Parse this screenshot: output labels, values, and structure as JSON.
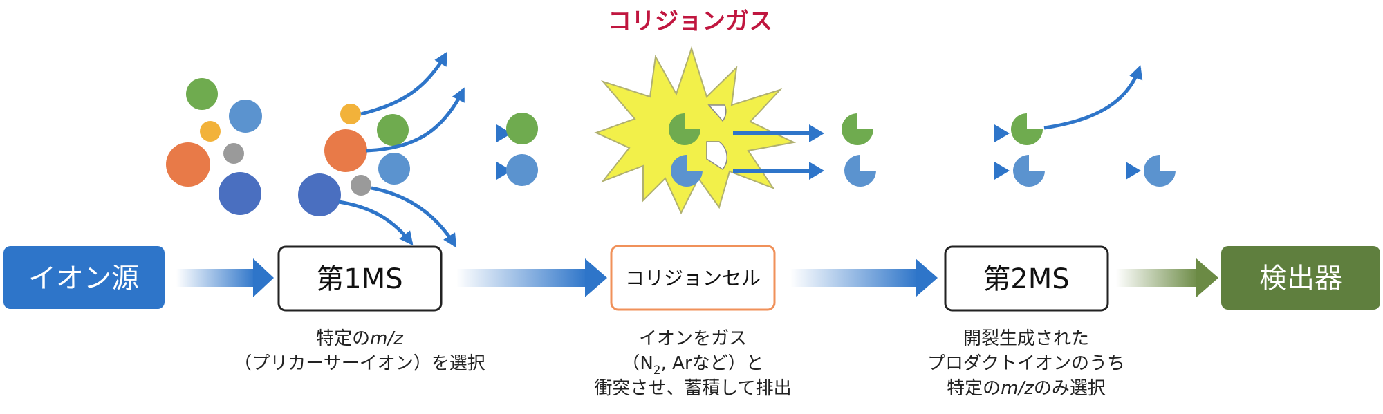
{
  "colors": {
    "blue": "#2e75c9",
    "dark_green": "#5f7f3e",
    "orange_border": "#f0915a",
    "gas_title": "#c0163f",
    "starburst": "#f2f04a",
    "ion_green": "#6fab4f",
    "ion_orange": "#e87a48",
    "ion_blue": "#5b93cf",
    "ion_dark_blue": "#4a6fc0",
    "ion_yellow": "#f2b23a",
    "ion_gray": "#9a9a9a"
  },
  "gas_title": "コリジョンガス",
  "stages": {
    "source": "イオン源",
    "ms1": "第1MS",
    "cell": "コリジョンセル",
    "ms2": "第2MS",
    "detector": "検出器"
  },
  "captions": {
    "ms1": {
      "line1_prefix": "特定の",
      "line1_italic": "m/z",
      "line2": "（プリカーサーイオン）を選択"
    },
    "cell": {
      "line1": "イオンをガス",
      "line2_prefix": "（N",
      "line2_sub": "2",
      "line2_suffix": ", Arなど）と",
      "line3": "衝突させ、蓄積して排出"
    },
    "ms2": {
      "line1": "開裂生成された",
      "line2": "プロダクトイオンのうち",
      "line3_prefix": "特定の",
      "line3_italic": "m/z",
      "line3_suffix": "のみ選択"
    }
  }
}
